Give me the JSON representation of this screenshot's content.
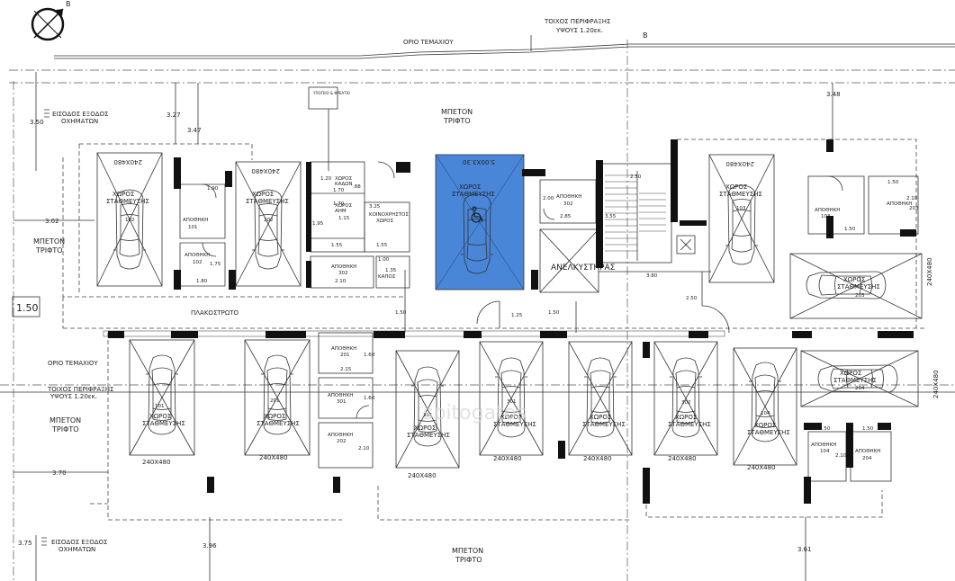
{
  "north": {
    "label": "Β"
  },
  "grid": {
    "b_label": "Β"
  },
  "top": {
    "wall_label_1": "ΤΟΙΧΟΣ ΠΕΡΙΦΡΑΞΗΣ",
    "wall_label_2": "ΥΨΟΥΣ 1.20εκ.",
    "plot_limit": "ΟΡΙΟ ΤΕΜΑΧΙΟΥ"
  },
  "left": {
    "entry_1": "ΕΙΣΟΔΟΣ ΕΞΟΔΟΣ",
    "entry_2": "ΟΧΗΜΑΤΩΝ",
    "concrete_1": "ΜΠΕΤΟΝ",
    "concrete_2": "ΤΡΙΦΤΟ",
    "plot_limit": "ΟΡΙΟ ΤΕΜΑΧΙΟΥ",
    "wall_1": "ΤΟΙΧΟΣ ΠΕΡΙΦΡΑΞΗΣ",
    "wall_2": "ΥΨΟΥΣ 1.20εκ.",
    "concrete2_1": "ΜΠΕΤΟΝ",
    "concrete2_2": "ΤΡΙΦΤΟ",
    "entry2_1": "ΕΙΣΟΔΟΣ ΕΞΟΔΟΣ",
    "entry2_2": "ΟΧΗΜΑΤΩΝ"
  },
  "center": {
    "concrete_1": "ΜΠΕΤΟΝ",
    "concrete_2": "ΤΡΙΦΤΟ",
    "paving": "ΠΛΑΚΟΣΤΡΩΤΟ",
    "bottom_concrete_1": "ΜΠΕΤΟΝ",
    "bottom_concrete_2": "ΤΡΙΦΤΟ",
    "elevator": "ΑΝΕΛΚΥΣΤΗΡΑΣ",
    "pit": "ΥΠΟΓΕΙΟ & ΦΡΕΑΤΙΟ",
    "watermark": "spitogatos"
  },
  "dims": {
    "d350": "3.50",
    "d327": "3.27",
    "d347": "3.47",
    "d302": "3.02",
    "d150": "1.50",
    "d348": "3.48",
    "d250": "2.50",
    "d285": "2.85",
    "d355": "3.55",
    "d380": "3.80",
    "d250b": "2.50",
    "d125": "1.25",
    "d150b": "1.50",
    "d150c": "1.50",
    "d370": "3.70",
    "d375": "3.75",
    "d396": "3.96",
    "d361": "3.61",
    "d190": "1.90",
    "d175": "1.75",
    "d180": "1.80",
    "d200": "2.00",
    "d160": "1.60",
    "d215": "2.15",
    "d160b": "1.60",
    "d210": "2.10",
    "d150d": "1.50",
    "d150e": "1.50",
    "d210b": "2.10",
    "d120": "1.20",
    "d170": "1.70",
    "d170b": "1.70",
    "d195": "1.95",
    "d115": "1.15",
    "d155": "1.55",
    "d155b": "1.55",
    "d325": "3.25",
    "d100": "1.00",
    "d135": "1.35",
    "d210c": "2.10",
    "d088": ".88"
  },
  "parking": {
    "size": "240X480",
    "disabled_size": "5.00X3.30",
    "space_1": "ΧΩΡΟΣ",
    "space_2": "ΣΤΑΘΜΕΥΣΗΣ",
    "n101": "101",
    "n102": "102",
    "n103": "103",
    "n104": "104",
    "n201": "201",
    "n202": "202",
    "n203": "203",
    "n204": "204",
    "n301": "301",
    "n301b": "301",
    "n302": "302"
  },
  "storage": {
    "label": "ΑΠΟΘΗΚΗ",
    "s101": "101",
    "s102": "102",
    "s103": "103",
    "s203": "203",
    "s302": "302",
    "s201": "201",
    "s301": "301",
    "s202": "202",
    "s104": "104",
    "s204": "204",
    "common_1": "ΚΟΙΝΟΧΡΗΣΤΟΣ",
    "common_2": "ΧΩΡΟΣ",
    "common_short": "ΚΟΙΝΟΧΡ",
    "bins_1": "ΧΩΡΟΣ",
    "bins_2": "ΚΑΔΩΝ",
    "wc_1": "ΧΩΡΟΣ",
    "wc_2": "ΑΗΜ",
    "kapos": "ΚΑΠΟΣ"
  }
}
